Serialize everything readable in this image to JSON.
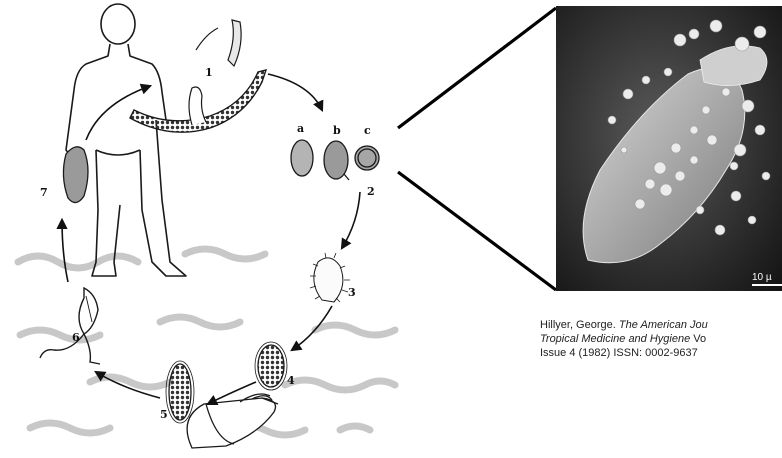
{
  "diagram": {
    "stage_labels": [
      "1",
      "2",
      "3",
      "4",
      "5",
      "6",
      "7"
    ],
    "egg_labels": [
      "a",
      "b",
      "c"
    ]
  },
  "micrograph": {
    "scale_bar_label": "10 µ"
  },
  "citation": {
    "line1_prefix": "Hillyer, George. ",
    "line1_italic": "The American Jou",
    "line2_italic": "Tropical Medicine and Hygiene",
    "line2_suffix": " Vo",
    "line3": "Issue 4 (1982) ISSN: 0002-9637"
  },
  "colors": {
    "ink": "#1a1a1a",
    "egg_fill": "#9a9a9a",
    "micrograph_bg": "#2a2a2a",
    "water": "#c8c8c8"
  }
}
